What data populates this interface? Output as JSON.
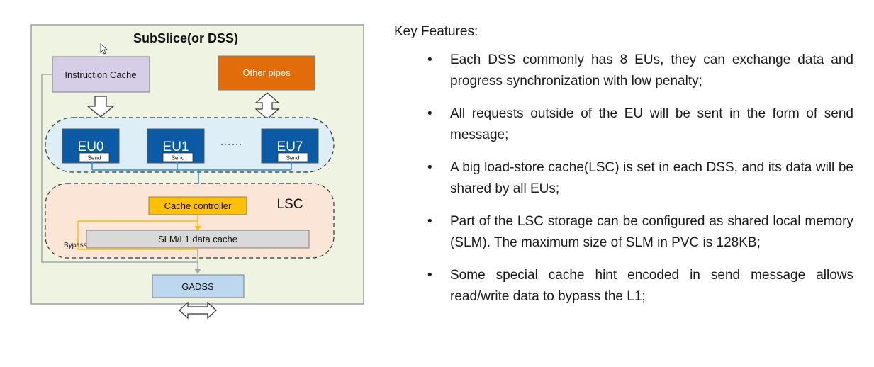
{
  "diagram": {
    "title": "SubSlice(or DSS)",
    "instruction_cache": "Instruction Cache",
    "other_pipes": "Other pipes",
    "eus": [
      {
        "label": "EU0",
        "send": "Send"
      },
      {
        "label": "EU1",
        "send": "Send"
      },
      {
        "label": "EU7",
        "send": "Send"
      }
    ],
    "ellipsis": "……",
    "lsc": "LSC",
    "cache_controller": "Cache controller",
    "slm_cache": "SLM/L1 data cache",
    "bypass": "Bypass",
    "gadss": "GADSS",
    "colors": {
      "panel_bg": "#eef3e2",
      "instruction_cache": "#d6cde6",
      "other_pipes": "#e36c0a",
      "eu_region": "#ddeef7",
      "eu_box": "#0b5aa6",
      "lsc_region": "#fbe5d6",
      "cache_controller": "#ffc000",
      "slm_cache": "#d9d9d9",
      "gadss": "#bdd7ee",
      "send_wire": "#2e8cc7",
      "bypass_wire": "#ffc000"
    }
  },
  "features": {
    "heading": "Key Features:",
    "items": [
      "Each DSS commonly has 8 EUs, they can exchange data and progress synchronization with low penalty;",
      "All requests outside of the EU will be sent in the form of send message;",
      "A big load-store cache(LSC) is set in each DSS, and its data will be shared by all EUs;",
      "Part of the LSC storage can be configured as shared local memory (SLM). The maximum size of SLM in PVC is 128KB;",
      "Some special cache hint encoded in send message allows read/write data to bypass the L1;"
    ]
  }
}
